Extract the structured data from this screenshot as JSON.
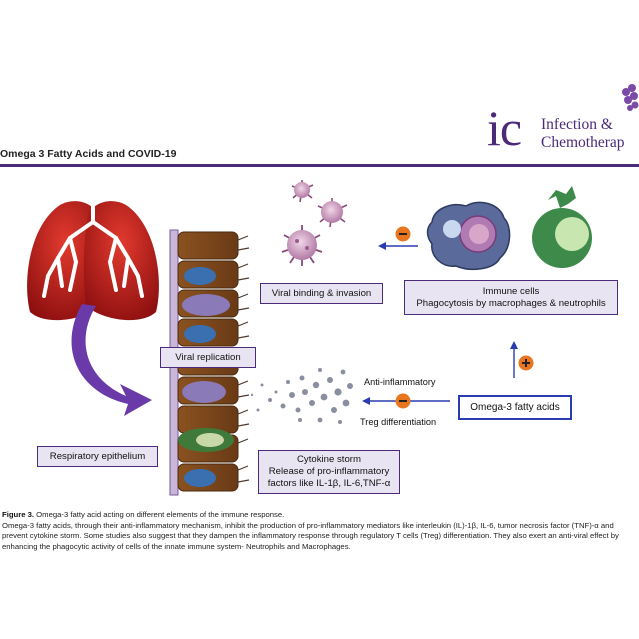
{
  "header": {
    "logo_mark": "ic",
    "journal_line1": "Infection &",
    "journal_line2": "Chemotherap",
    "article_title": "Omega 3 Fatty Acids and COVID-19",
    "accent_color": "#4b2a7a"
  },
  "diagram": {
    "viral_binding_label": "Viral binding & invasion",
    "immune_cells_title": "Immune cells",
    "immune_cells_desc": "Phagocytosis by macrophages & neutrophils",
    "viral_replication_label": "Viral replication",
    "anti_inflammatory_label": "Anti-inflammatory",
    "treg_label": "Treg differentiation",
    "omega3_label": "Omega-3 fatty acids",
    "respiratory_label": "Respiratory epithelium",
    "cytokine_line1": "Cytokine storm",
    "cytokine_line2": "Release of pro-inflammatory",
    "cytokine_line3": "factors like IL-1β, IL-6,TNF-α",
    "minus_sign": "−",
    "plus_sign": "+",
    "badge_color": "#e8761f",
    "arrow_color": "#6a3aa8"
  },
  "caption": {
    "figure_label": "Figure 3.",
    "figure_title": " Omega-3 fatty acid acting on different elements of the immune response.",
    "body": "Omega-3 fatty acids, through their anti-inflammatory mechanism, inhibit the production of pro-inflammatory mediators like interleukin (IL)-1β, IL-6, tumor necrosis factor (TNF)-α and prevent cytokine storm. Some studies also suggest that they dampen the inflammatory response through regulatory T cells (Treg) differentiation. They also exert an anti-viral effect by enhancing the phagocytic activity of cells of the innate immune system- Neutrophils and Macrophages."
  }
}
